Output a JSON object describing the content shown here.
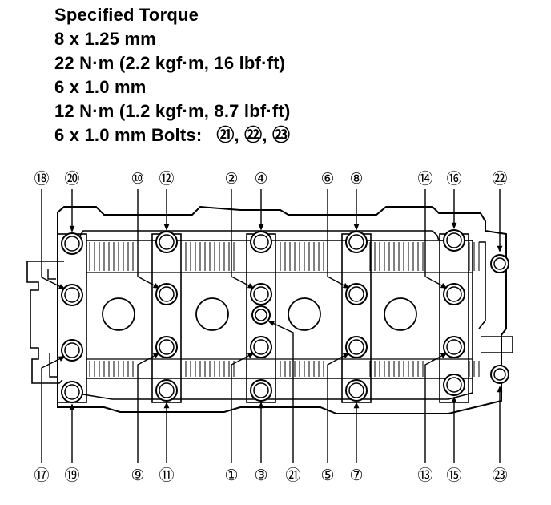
{
  "spec": {
    "title": "Specified Torque",
    "size_8": "8 x 1.25 mm",
    "torque_8": "22 N·m (2.2 kgf·m, 16 lbf·ft)",
    "size_6": "6 x 1.0 mm",
    "torque_6": "12 N·m (1.2 kgf·m, 8.7 lbf·ft)",
    "bolts_label": "6 x 1.0 mm Bolts:",
    "bolts_list": "㉑, ㉒, ㉓"
  },
  "callouts": {
    "n1": "①",
    "n2": "②",
    "n3": "③",
    "n4": "④",
    "n5": "⑤",
    "n6": "⑥",
    "n7": "⑦",
    "n8": "⑧",
    "n9": "⑨",
    "n10": "⑩",
    "n11": "⑪",
    "n12": "⑫",
    "n13": "⑬",
    "n14": "⑭",
    "n15": "⑮",
    "n16": "⑯",
    "n17": "⑰",
    "n18": "⑱",
    "n19": "⑲",
    "n20": "⑳",
    "n21": "㉑",
    "n22": "㉒",
    "n23": "㉓"
  }
}
